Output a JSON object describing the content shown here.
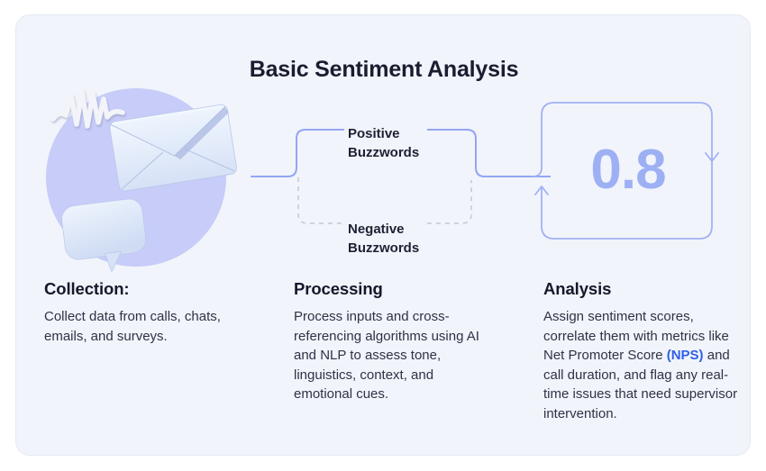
{
  "title": "Basic Sentiment Analysis",
  "flow": {
    "positive_label": "Positive Buzzwords",
    "negative_label": "Negative Buzzwords",
    "score": "0.8"
  },
  "sections": {
    "collection": {
      "heading": "Collection:",
      "body": "Collect data from calls, chats, emails, and surveys."
    },
    "processing": {
      "heading": "Processing",
      "body": "Process inputs and cross-referencing algorithms using AI and NLP to assess tone, linguistics, context, and emotional cues."
    },
    "analysis": {
      "heading": "Analysis",
      "body_before": "Assign sentiment scores, correlate them with metrics like Net Promoter Score ",
      "nps_link": "(NPS)",
      "body_after": " and call duration, and flag any real-time issues that need supervisor intervention."
    }
  },
  "icons": {
    "illustration": [
      "soundwave-icon",
      "envelope-icon",
      "speech-bubble-icon"
    ],
    "arrows": [
      "arrow-down-icon",
      "arrow-up-icon"
    ]
  },
  "colors": {
    "card_bg": "#f1f4fb",
    "circle": "#c7ccf8",
    "solid_line": "#93a5f2",
    "dashed_line": "#c9cdd9",
    "loop_stroke": "#a2b1f4",
    "score_accent": "#9db0f4",
    "heading_text": "#15182a",
    "body_text": "#2e3345",
    "link_blue": "#2f5fe8"
  }
}
